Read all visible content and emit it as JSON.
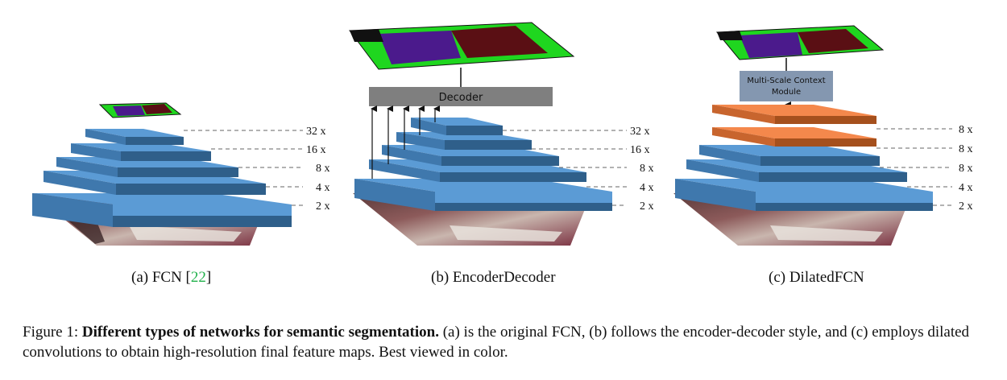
{
  "panels": [
    {
      "caption_prefix": "(a) FCN [",
      "caption_ref": "22",
      "caption_suffix": "]",
      "scale_labels": [
        "32 x",
        "16 x",
        "8 x",
        "4 x",
        "2 x"
      ]
    },
    {
      "caption": "(b) EncoderDecoder",
      "module_label": "Decoder",
      "scale_labels": [
        "32 x",
        "16 x",
        "8 x",
        "4 x",
        "2 x"
      ]
    },
    {
      "caption": "(c) DilatedFCN",
      "module_label_line1": "Multi-Scale Context",
      "module_label_line2": "Module",
      "scale_labels": [
        "8 x",
        "8 x",
        "8 x",
        "4 x",
        "2 x"
      ]
    }
  ],
  "figure_caption": {
    "label": "Figure 1: ",
    "bold": "Different types of networks for semantic segmentation.",
    "rest": " (a) is the original FCN, (b) follows the encoder-decoder style, and (c) employs dilated convolutions to obtain high-resolution final feature maps. Best viewed in color."
  },
  "colors": {
    "blue_top": "#5b9bd5",
    "blue_side": "#2f5f8a",
    "orange_top": "#f4884c",
    "orange_side": "#a5501d",
    "decoder_box": "#7f7f7f",
    "context_box": "#8497b0",
    "seg_background": "#1fd61f",
    "seg_purple": "#4b1a8c",
    "seg_maroon": "#5a0f14",
    "ref_green": "#22b14c"
  }
}
